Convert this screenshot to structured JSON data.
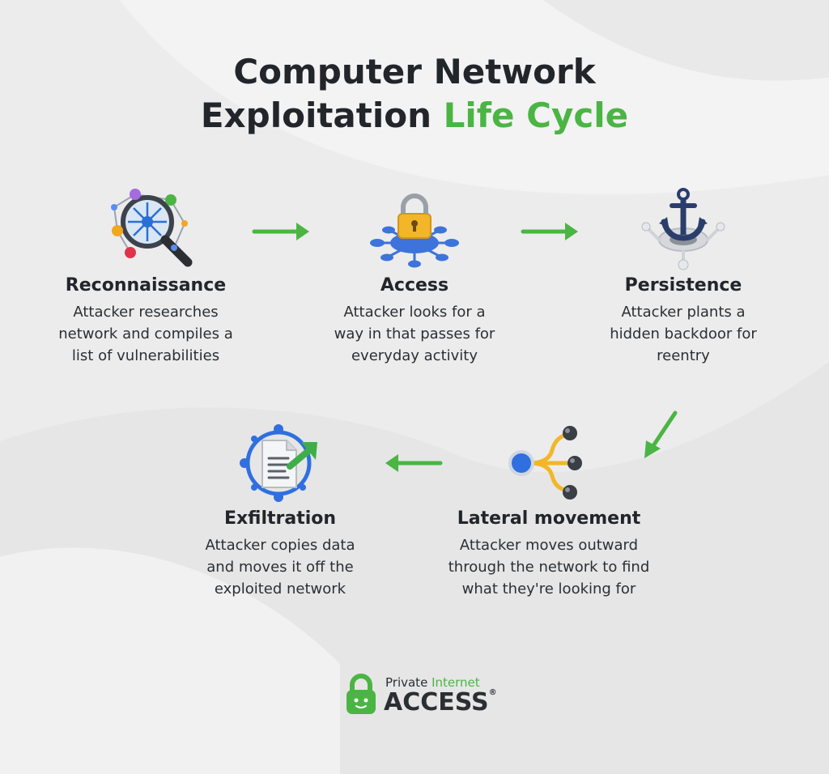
{
  "title": {
    "line1": "Computer Network",
    "line2_start": "Exploitation",
    "line2_accent": "Life Cycle"
  },
  "colors": {
    "accent_green": "#4bb543",
    "dark_text": "#22262b",
    "background": "#ececec"
  },
  "steps": {
    "reconnaissance": {
      "icon": "magnifier-network-icon",
      "title": "Reconnaissance",
      "line1": "Attacker researches",
      "line2": "network and compiles a",
      "line3": "list of vulnerabilities"
    },
    "access": {
      "icon": "padlock-network-icon",
      "title": "Access",
      "line1": "Attacker looks for a",
      "line2": "way in that passes for",
      "line3": "everyday activity"
    },
    "persistence": {
      "icon": "anchor-icon",
      "title": "Persistence",
      "line1": "Attacker plants a",
      "line2": "hidden backdoor for",
      "line3": "reentry"
    },
    "lateral": {
      "icon": "branching-nodes-icon",
      "title": "Lateral movement",
      "line1": "Attacker moves outward",
      "line2": "through the network to find",
      "line3": "what they're looking for"
    },
    "exfiltration": {
      "icon": "document-export-icon",
      "title": "Exfiltration",
      "line1": "Attacker copies data",
      "line2": "and moves it off the",
      "line3": "exploited network"
    }
  },
  "logo": {
    "icon": "padlock-logo-icon",
    "word_private": "Private",
    "word_internet": "Internet",
    "word_access": "ACCESS",
    "registered": "®"
  }
}
